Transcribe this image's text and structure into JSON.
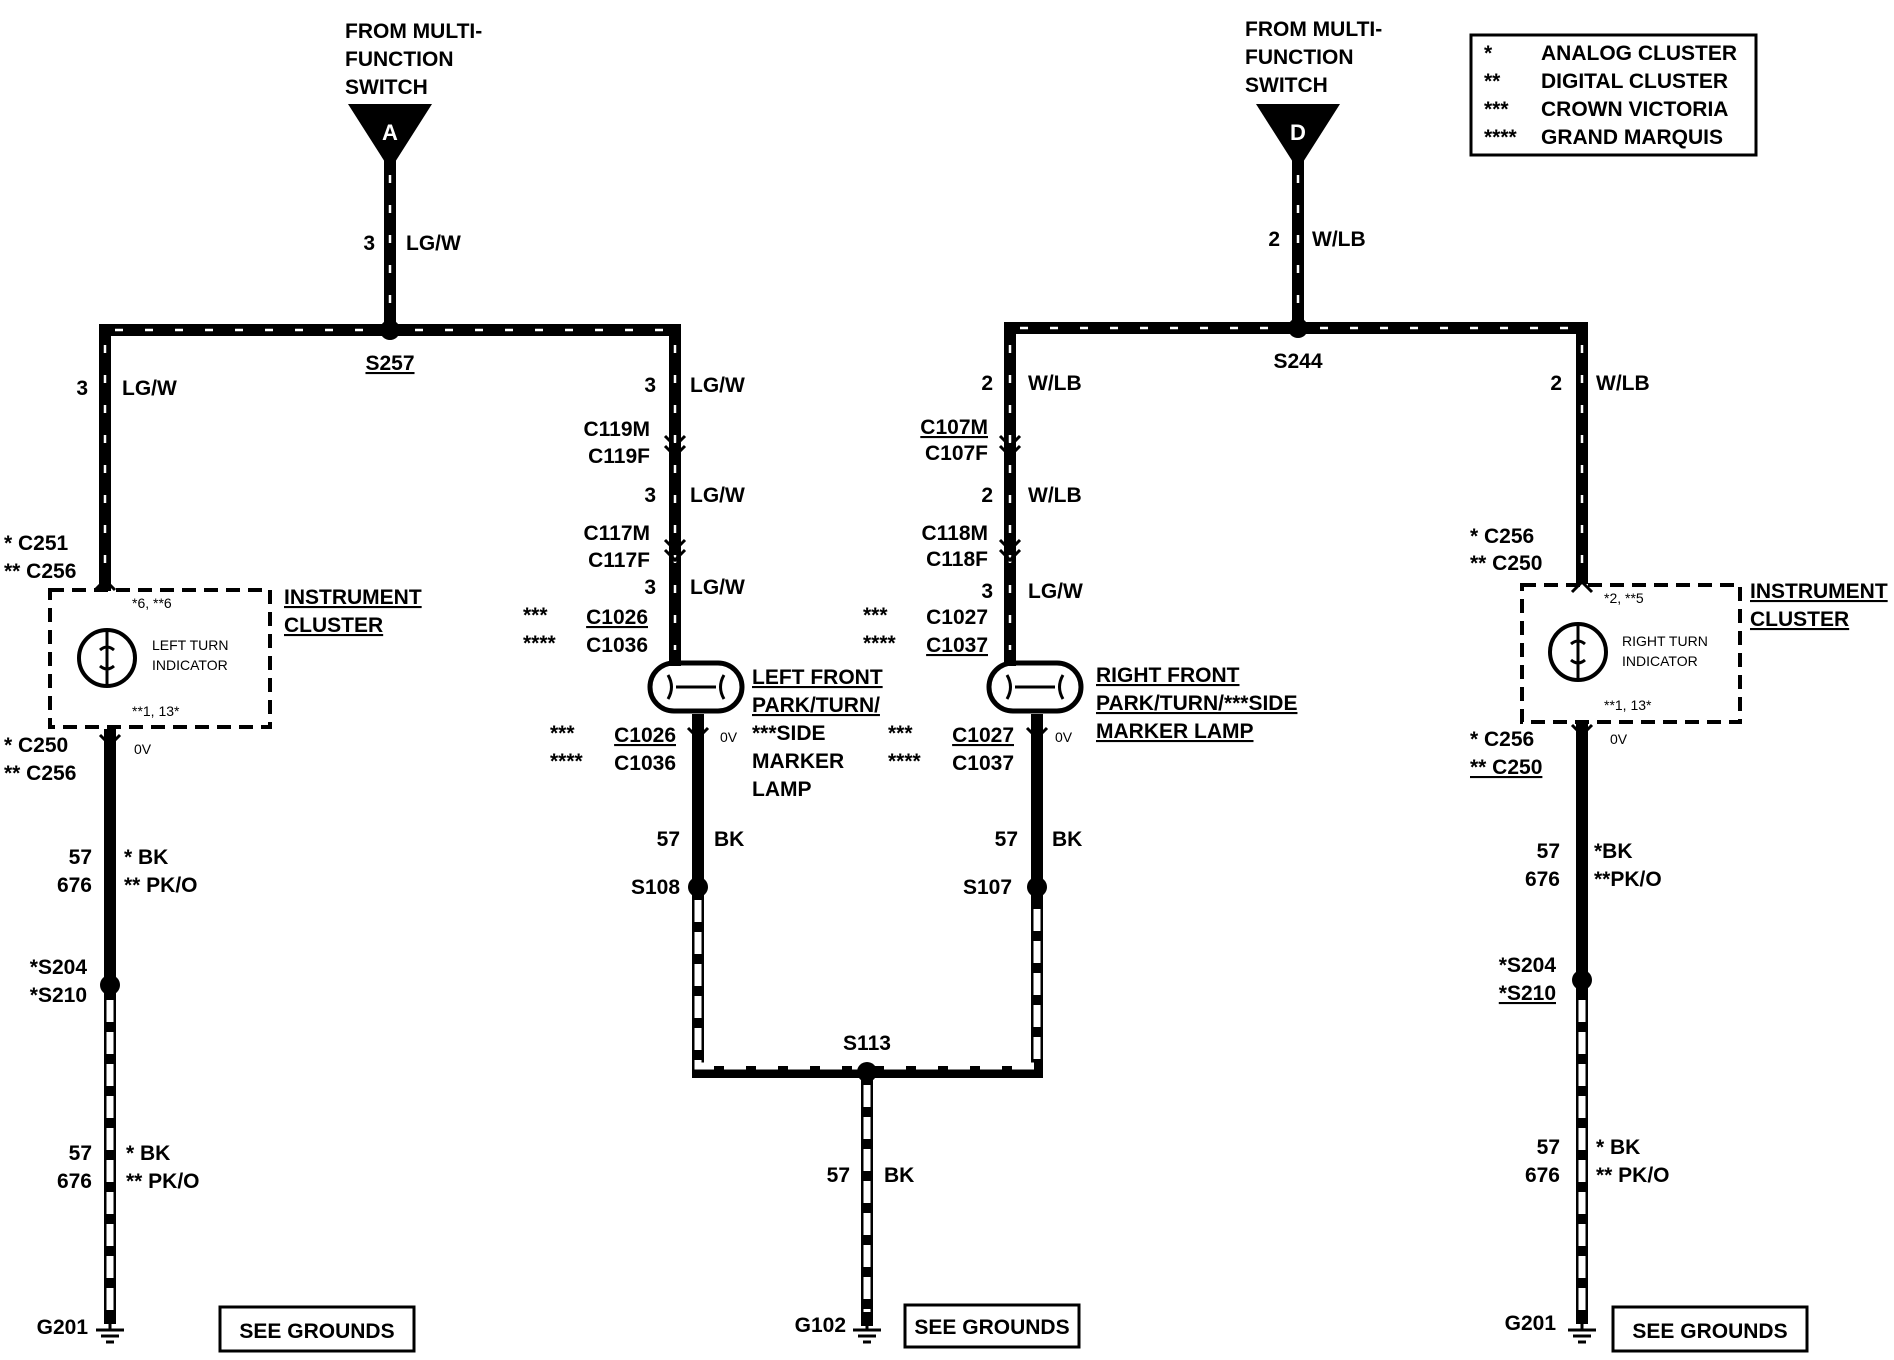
{
  "feeds": {
    "left": {
      "title_lines": [
        "FROM MULTI-",
        "FUNCTION",
        "SWITCH"
      ],
      "letter": "A"
    },
    "right": {
      "title_lines": [
        "FROM MULTI-",
        "FUNCTION",
        "SWITCH"
      ],
      "letter": "D"
    }
  },
  "legend": {
    "items": [
      {
        "sym": "*",
        "text": "ANALOG CLUSTER"
      },
      {
        "sym": "**",
        "text": "DIGITAL CLUSTER"
      },
      {
        "sym": "***",
        "text": "CROWN VICTORIA"
      },
      {
        "sym": "****",
        "text": "GRAND MARQUIS"
      }
    ]
  },
  "splices": {
    "s257": "S257",
    "s244": "S244",
    "s113": "S113",
    "s108": "S108",
    "s107": "S107"
  },
  "left_feed": {
    "circuit": "3",
    "color": "LG/W"
  },
  "right_feed": {
    "circuit": "2",
    "color": "W/LB"
  },
  "left_cluster_branch": {
    "circuit": "3",
    "color": "LG/W",
    "conn_top": [
      "*  C251",
      "** C256"
    ],
    "cluster_label": [
      "INSTRUMENT",
      "CLUSTER"
    ],
    "indicator": [
      "LEFT TURN",
      "INDICATOR"
    ],
    "pin_top": "*6, **6",
    "pin_bottom": "**1, 13*",
    "conn_bottom": [
      "*  C250",
      "** C256"
    ],
    "voltage": "0V",
    "gnd_circuit_a": [
      "57",
      "676"
    ],
    "gnd_color_a": [
      "*  BK",
      "** PK/O"
    ],
    "splice_ab": [
      "*S204",
      "*S210"
    ],
    "gnd_circuit_b": [
      "57",
      "676"
    ],
    "gnd_color_b": [
      "*  BK",
      "** PK/O"
    ],
    "ground": "G201",
    "see_grounds": "SEE GROUNDS"
  },
  "left_front_branch": {
    "circuit1": "3",
    "color1": "LG/W",
    "conn1": [
      "C119M",
      "C119F"
    ],
    "circuit2": "3",
    "color2": "LG/W",
    "conn2": [
      "C117M",
      "C117F"
    ],
    "circuit3": "3",
    "color3": "LG/W",
    "conn3_sym": [
      "***",
      "****"
    ],
    "conn3": [
      "C1026",
      "C1036"
    ],
    "lamp": [
      "LEFT FRONT",
      "PARK/TURN/",
      "***SIDE",
      "MARKER",
      "LAMP"
    ],
    "conn4_sym": [
      "***",
      "****"
    ],
    "conn4": [
      "C1026",
      "C1036"
    ],
    "voltage": "0V",
    "circuit4": "57",
    "color4": "BK"
  },
  "right_front_branch": {
    "circuit1": "2",
    "color1": "W/LB",
    "conn1": [
      "C107M",
      "C107F"
    ],
    "circuit2": "2",
    "color2": "W/LB",
    "conn2": [
      "C118M",
      "C118F"
    ],
    "circuit3": "3",
    "color3": "LG/W",
    "conn3_sym": [
      "***",
      "****"
    ],
    "conn3": [
      "C1027",
      "C1037"
    ],
    "lamp": [
      "RIGHT FRONT",
      "PARK/TURN/***SIDE",
      "MARKER LAMP"
    ],
    "conn4_sym": [
      "***",
      "****"
    ],
    "conn4": [
      "C1027",
      "C1037"
    ],
    "voltage": "0V",
    "circuit4": "57",
    "color4": "BK"
  },
  "center_ground": {
    "circuit": "57",
    "color": "BK",
    "ground": "G102",
    "see_grounds": "SEE GROUNDS"
  },
  "right_cluster_branch": {
    "circuit": "2",
    "color": "W/LB",
    "conn_top": [
      "*  C256",
      "** C250"
    ],
    "cluster_label": [
      "INSTRUMENT",
      "CLUSTER"
    ],
    "indicator": [
      "RIGHT TURN",
      "INDICATOR"
    ],
    "pin_top": "*2, **5",
    "pin_bottom": "**1, 13*",
    "conn_bottom": [
      "*  C256",
      "** C250"
    ],
    "voltage": "0V",
    "gnd_circuit_a": [
      "57",
      "676"
    ],
    "gnd_color_a": [
      "*BK",
      "**PK/O"
    ],
    "splice_ab": [
      "*S204",
      "*S210"
    ],
    "gnd_circuit_b": [
      "57",
      "676"
    ],
    "gnd_color_b": [
      "*  BK",
      "** PK/O"
    ],
    "ground": "G201",
    "see_grounds": "SEE GROUNDS"
  }
}
